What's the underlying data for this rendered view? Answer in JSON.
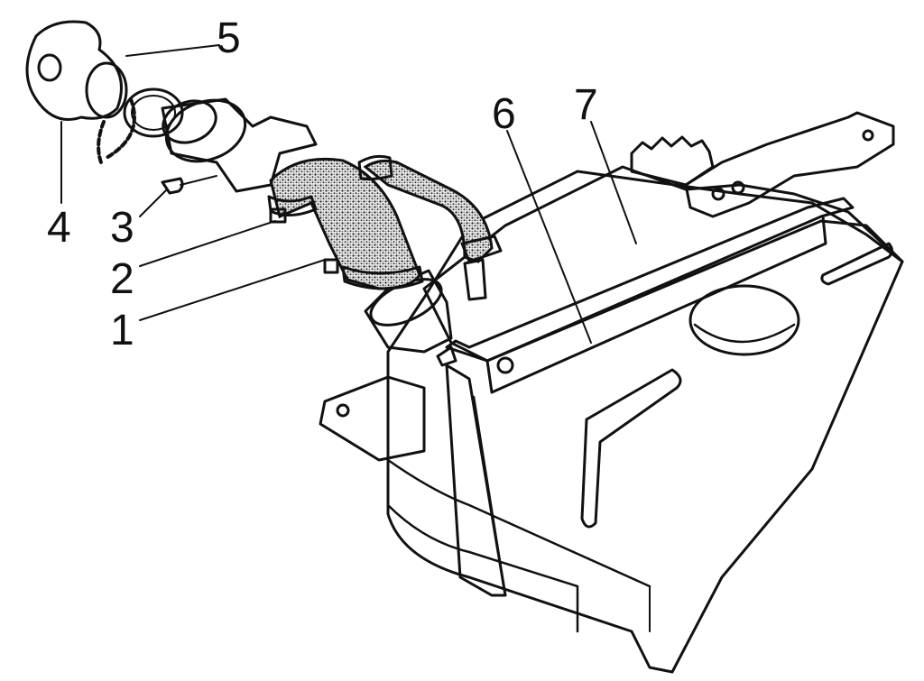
{
  "diagram": {
    "callouts": [
      {
        "id": "1",
        "text": "1"
      },
      {
        "id": "2",
        "text": "2"
      },
      {
        "id": "3",
        "text": "3"
      },
      {
        "id": "4",
        "text": "4"
      },
      {
        "id": "5",
        "text": "5"
      },
      {
        "id": "6",
        "text": "6"
      },
      {
        "id": "7",
        "text": "7"
      }
    ],
    "colors": {
      "ink": "#111111",
      "paper": "#ffffff",
      "hose": "#2a2a2a"
    }
  }
}
